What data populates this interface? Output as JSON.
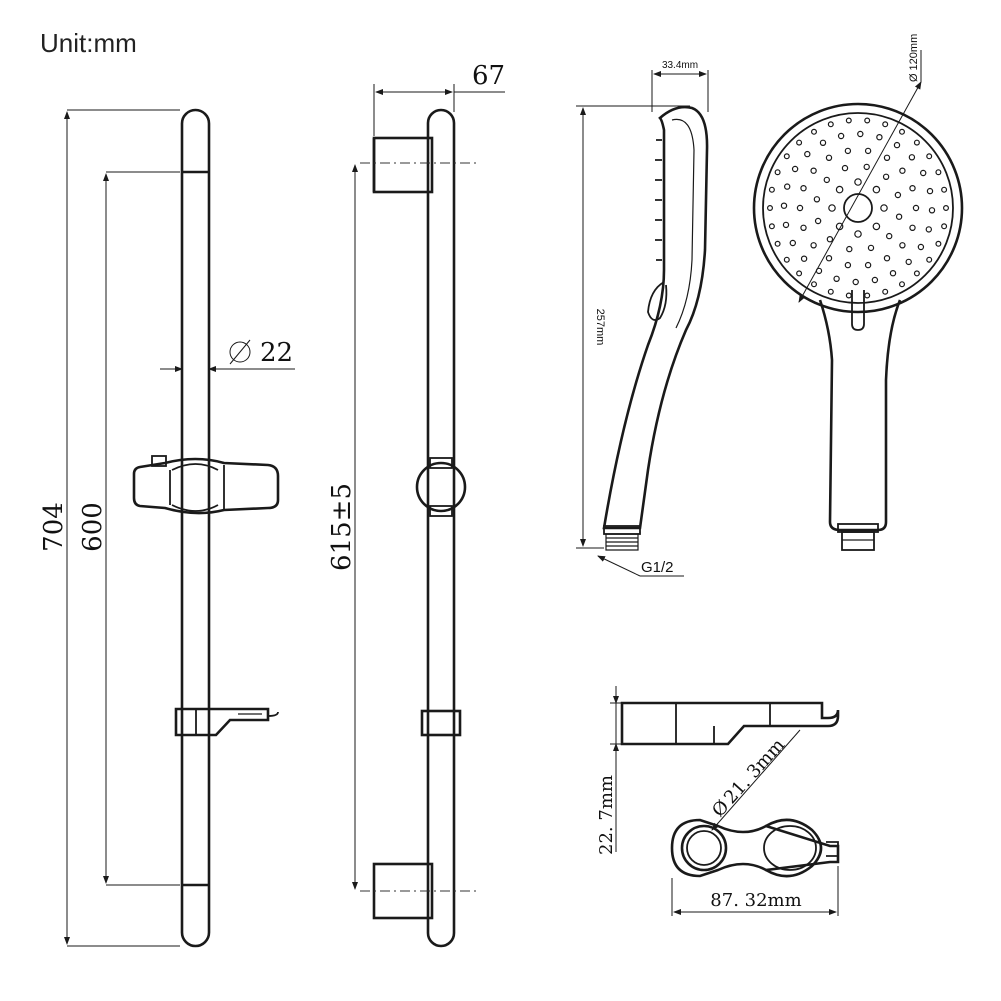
{
  "unit_label": "Unit:mm",
  "dimensions": {
    "rail_total_length": "704",
    "rail_bracket_spacing": "600",
    "rail_diameter": "22",
    "wall_projection": "67",
    "side_length": "615±5",
    "handle_thickness": "33.4mm",
    "handle_length": "257mm",
    "head_diameter": "120mm",
    "thread": "G1/2",
    "holder_height": "22. 7mm",
    "holder_bore": "21. 3mm",
    "holder_width": "87. 32mm"
  },
  "symbols": {
    "diameter": "Ø"
  }
}
